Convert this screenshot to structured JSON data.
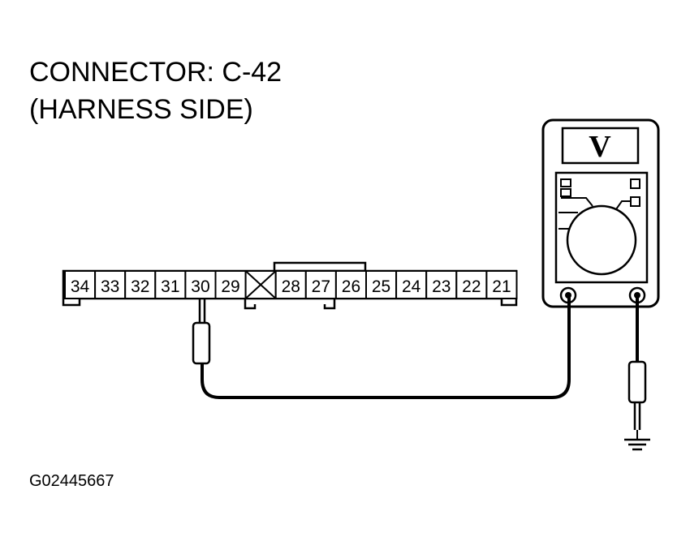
{
  "title": {
    "line1": "CONNECTOR: C-42",
    "line2": "(HARNESS SIDE)"
  },
  "figure_id": "G02445667",
  "connector": {
    "pins": [
      "34",
      "33",
      "32",
      "31",
      "30",
      "29",
      "",
      "28",
      "27",
      "26",
      "25",
      "24",
      "23",
      "22",
      "21"
    ],
    "empty_cavity_index": 6,
    "probed_pin": "30"
  },
  "meter": {
    "display_symbol": "V"
  },
  "colors": {
    "line": "#000000",
    "background": "#ffffff"
  }
}
